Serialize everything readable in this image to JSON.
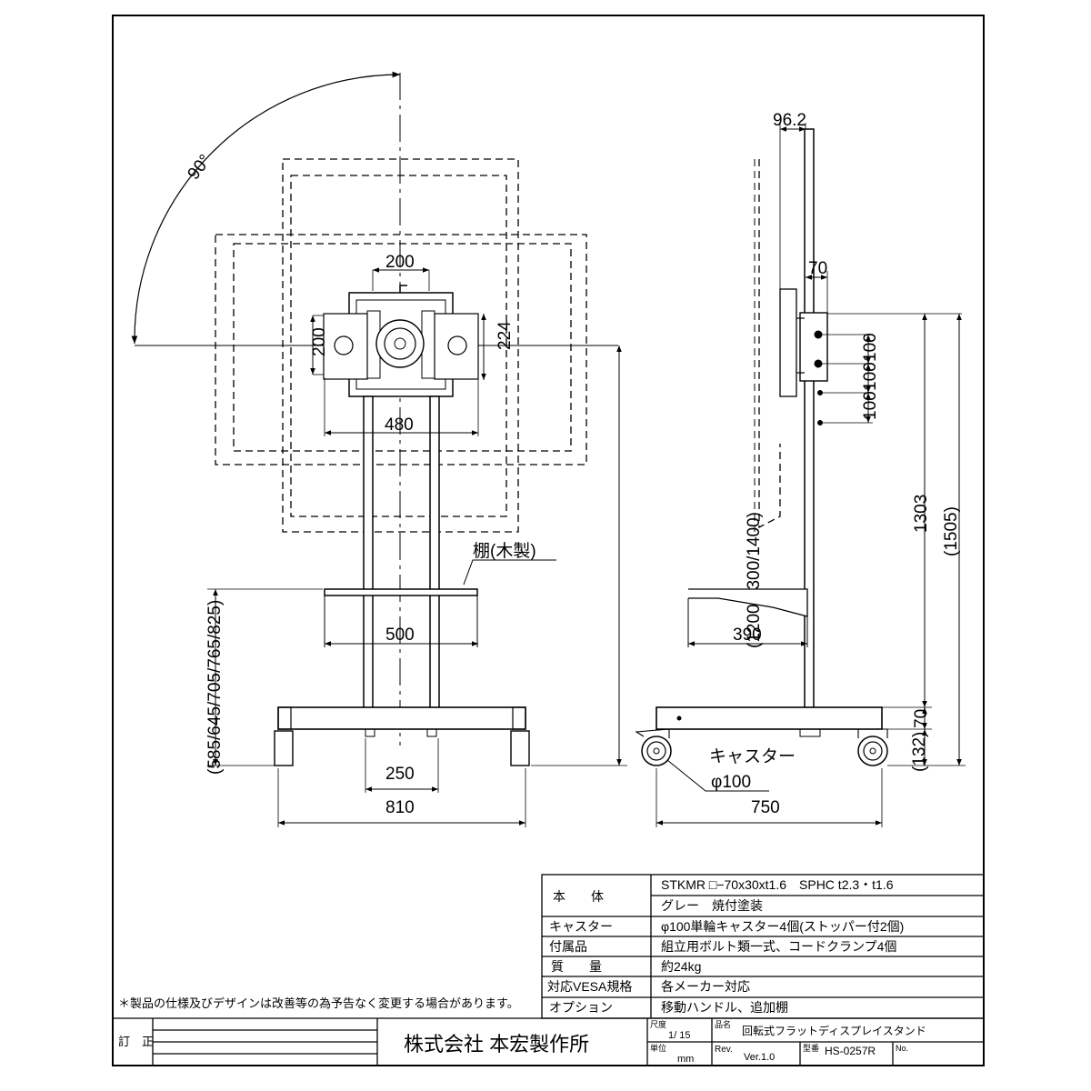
{
  "front_view": {
    "angle": "90°",
    "vesa_h": "200",
    "vesa_v": "200",
    "mount_h": "224",
    "mount_w": "480",
    "height": "(1200/1300/1400)",
    "shelf_label": "棚(木製)",
    "shelf_height": "(585/645/705/765/825)",
    "shelf_w": "500",
    "pole_gap": "250",
    "base_w": "810"
  },
  "side_view": {
    "offset": "96.2",
    "pole_to_plate": "70",
    "hole_1": "100",
    "hole_2": "100",
    "hole_3": "100",
    "height_center": "1303",
    "height_total": "(1505)",
    "shelf_depth": "390",
    "base_h": "70",
    "base_total": "(132)",
    "caster_label": "キャスター",
    "caster_dia": "φ100",
    "base_depth": "750"
  },
  "specs": [
    {
      "label": "本　　体",
      "value": "STKMR □−70x30xt1.6　SPHC t2.3・t1.6"
    },
    {
      "label": "",
      "value": "グレー　焼付塗装"
    },
    {
      "label": "キャスター",
      "value": "φ100単輪キャスター4個(ストッパー付2個)"
    },
    {
      "label": "付属品",
      "value": "組立用ボルト類一式、コードクランプ4個"
    },
    {
      "label": "質　　量",
      "value": "約24kg"
    },
    {
      "label": "対応VESA規格",
      "value": "各メーカー対応"
    },
    {
      "label": "オプション",
      "value": "移動ハンドル、追加棚"
    }
  ],
  "notice": "＊製品の仕様及びデザインは改善等の為予告なく変更する場合があります。",
  "title_block": {
    "revision_label": "訂　正",
    "company": "株式会社 本宏製作所",
    "scale_label": "尺度",
    "scale": "1/ 15",
    "product_label": "品名",
    "product": "回転式フラットディスプレイスタンド",
    "unit_label": "単位",
    "unit": "mm",
    "rev_label": "Rev.",
    "rev": "Ver.1.0",
    "model_label": "型番",
    "model": "HS-0257R",
    "no_label": "No."
  }
}
